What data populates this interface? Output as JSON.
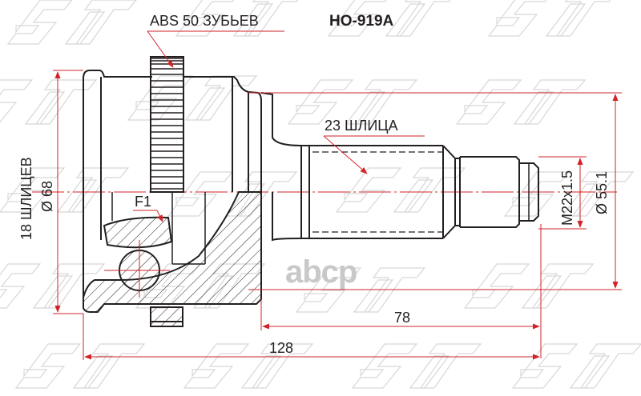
{
  "drawing": {
    "part_number": "HO-919A",
    "abs_label": "ABS 50 ЗУБЬЕВ",
    "outer_splines_label": "23 ШЛИЦА",
    "inner_splines_label": "18 ШЛИЦЕВ",
    "inner_diameter_label": "Ø 68",
    "thread_label": "M22x1.5",
    "outer_diameter_label": "Ø 55.1",
    "length_shaft_label": "78",
    "length_total_label": "128",
    "section_label": "F1",
    "watermark_brand": "SAT",
    "watermark_site": "abcp"
  },
  "colors": {
    "outline": "#231f20",
    "dimension": "#d2232a",
    "watermark": "#c8c8c8",
    "background": "#ffffff"
  }
}
